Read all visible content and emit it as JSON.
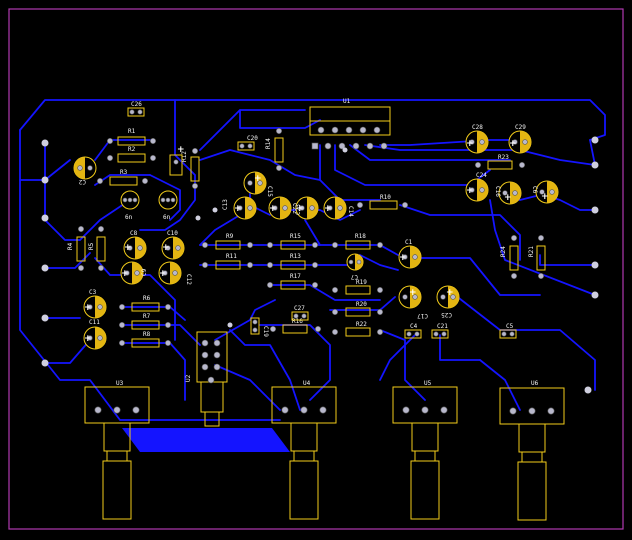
{
  "board": {
    "outline_color": "#b03ab0",
    "track_color": "#1414ff",
    "silk_color": "#f2cc1a",
    "pad_color": "#b8b8cc",
    "background": "#000000"
  },
  "components": [
    {
      "ref": "C26",
      "type": "cap-np"
    },
    {
      "ref": "R1",
      "type": "resistor"
    },
    {
      "ref": "R2",
      "type": "resistor"
    },
    {
      "ref": "R3",
      "type": "resistor"
    },
    {
      "ref": "R4",
      "type": "resistor"
    },
    {
      "ref": "R5",
      "type": "resistor"
    },
    {
      "ref": "R6",
      "type": "resistor"
    },
    {
      "ref": "R7",
      "type": "resistor"
    },
    {
      "ref": "R8",
      "type": "resistor"
    },
    {
      "ref": "R9",
      "type": "resistor"
    },
    {
      "ref": "R10",
      "type": "resistor"
    },
    {
      "ref": "R11",
      "type": "resistor"
    },
    {
      "ref": "R12",
      "type": "resistor"
    },
    {
      "ref": "R13",
      "type": "resistor"
    },
    {
      "ref": "R14",
      "type": "resistor"
    },
    {
      "ref": "R15",
      "type": "resistor"
    },
    {
      "ref": "R16",
      "type": "resistor"
    },
    {
      "ref": "R17",
      "type": "resistor"
    },
    {
      "ref": "R18",
      "type": "resistor"
    },
    {
      "ref": "R19",
      "type": "resistor"
    },
    {
      "ref": "R20",
      "type": "resistor"
    },
    {
      "ref": "R21",
      "type": "resistor"
    },
    {
      "ref": "R22",
      "type": "resistor"
    },
    {
      "ref": "R23",
      "type": "resistor"
    },
    {
      "ref": "R24",
      "type": "resistor"
    },
    {
      "ref": "C1",
      "type": "cap-pol"
    },
    {
      "ref": "C2",
      "type": "cap-pol"
    },
    {
      "ref": "C3",
      "type": "cap-pol"
    },
    {
      "ref": "C4",
      "type": "cap-np"
    },
    {
      "ref": "C5",
      "type": "cap-np"
    },
    {
      "ref": "C6",
      "type": "cap-pol"
    },
    {
      "ref": "C7",
      "type": "cap-pol"
    },
    {
      "ref": "C8",
      "type": "cap-pol"
    },
    {
      "ref": "C9",
      "type": "cap-np"
    },
    {
      "ref": "C10",
      "type": "cap-pol"
    },
    {
      "ref": "C11",
      "type": "cap-pol"
    },
    {
      "ref": "C12",
      "type": "cap-pol"
    },
    {
      "ref": "C13",
      "type": "cap-pol"
    },
    {
      "ref": "C14",
      "type": "cap-pol"
    },
    {
      "ref": "C15",
      "type": "cap-pol"
    },
    {
      "ref": "C16",
      "type": "cap-pol"
    },
    {
      "ref": "C17",
      "type": "cap-pol"
    },
    {
      "ref": "C18",
      "type": "cap-pol"
    },
    {
      "ref": "C19",
      "type": "cap-np"
    },
    {
      "ref": "C20",
      "type": "cap-np"
    },
    {
      "ref": "C21",
      "type": "cap-np"
    },
    {
      "ref": "C22",
      "type": "cap-pol"
    },
    {
      "ref": "C23",
      "type": "cap-pol"
    },
    {
      "ref": "C24",
      "type": "cap-pol"
    },
    {
      "ref": "C25",
      "type": "cap-pol"
    },
    {
      "ref": "C27",
      "type": "cap-np"
    },
    {
      "ref": "C28",
      "type": "cap-pol"
    },
    {
      "ref": "C29",
      "type": "cap-pol"
    },
    {
      "ref": "U1",
      "type": "ic"
    },
    {
      "ref": "U2",
      "type": "jack"
    },
    {
      "ref": "U3",
      "type": "potentiometer"
    },
    {
      "ref": "U4",
      "type": "potentiometer"
    },
    {
      "ref": "U5",
      "type": "potentiometer"
    },
    {
      "ref": "U6",
      "type": "potentiometer"
    }
  ]
}
